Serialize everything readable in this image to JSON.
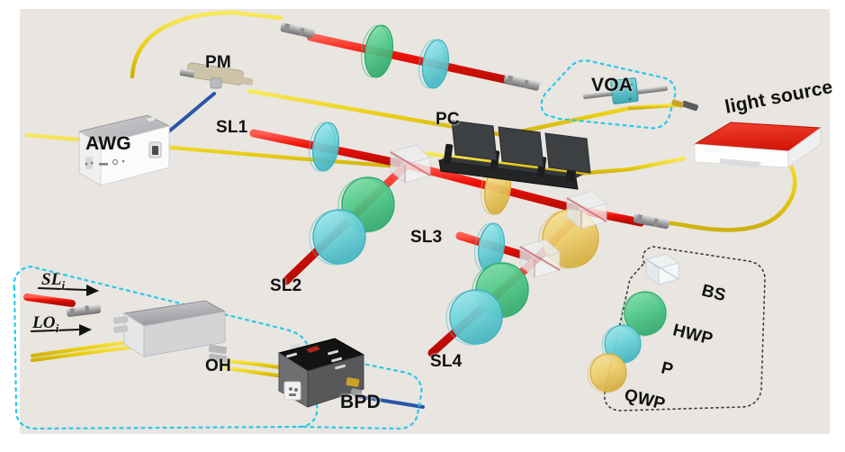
{
  "figure": {
    "kind": "optical-experiment-schematic",
    "background_color": "#e9e5e1",
    "beam_color": "#e8140c",
    "fiber_yellow": "#edd21c",
    "fiber_blue": "#2a55a8",
    "dashed_box_color": "#29c8e8",
    "legend_box_color": "#3a3a3a"
  },
  "labels": {
    "awg": "AWG",
    "pm": "PM",
    "pc": "PC",
    "voa": "VOA",
    "light_source": "light  source",
    "oh": "OH",
    "bpd": "BPD",
    "sl1": "SL1",
    "sl2": "SL2",
    "sl3": "SL3",
    "sl4": "SL4",
    "sl_i": "SL",
    "sl_i_sub": "i",
    "lo_i": "LO",
    "lo_i_sub": "i"
  },
  "legend": {
    "items": [
      {
        "key": "bs",
        "label": "BS",
        "glyph": "cube",
        "color": "#e8e8e8"
      },
      {
        "key": "hwp",
        "label": "HWP",
        "glyph": "disc",
        "color": "#5cc98a"
      },
      {
        "key": "qwp",
        "label": "QWP",
        "glyph": "disc",
        "color": "#6fd0d8"
      },
      {
        "key": "p",
        "label": "P",
        "glyph": "disc",
        "color": "#edcf72"
      }
    ]
  },
  "components": {
    "beam_splitters": 4,
    "half_wave_plates": 4,
    "quarter_wave_plates": 5,
    "polarizers": 2,
    "collimators": 5,
    "polarization_controller_paddles": 3
  },
  "dashed_regions": [
    {
      "name": "voa-region",
      "color": "#29c8e8"
    },
    {
      "name": "detection-region",
      "color": "#29c8e8"
    },
    {
      "name": "legend-region",
      "color": "#3a3a3a"
    }
  ]
}
